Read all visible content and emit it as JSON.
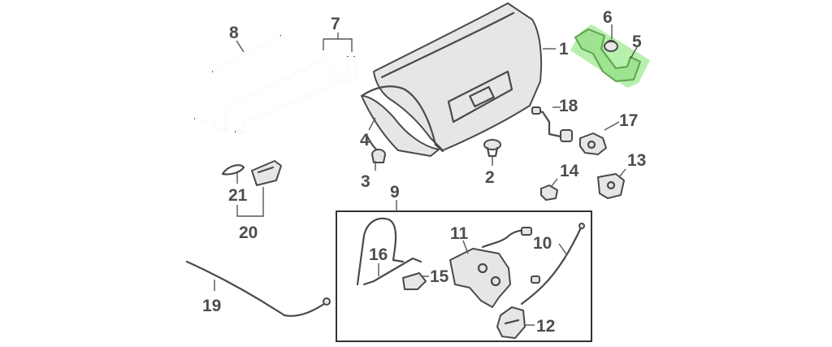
{
  "diagram": {
    "callouts": {
      "c1": "1",
      "c2": "2",
      "c3": "3",
      "c4": "4",
      "c5": "5",
      "c6": "6",
      "c7": "7",
      "c8": "8",
      "c9": "9",
      "c10": "10",
      "c11": "11",
      "c12": "12",
      "c13": "13",
      "c14": "14",
      "c15": "15",
      "c16": "16",
      "c17": "17",
      "c18": "18",
      "c19": "19",
      "c20": "20",
      "c21": "21"
    },
    "highlight_color": "#7be26a",
    "highlighted_part": "5"
  }
}
